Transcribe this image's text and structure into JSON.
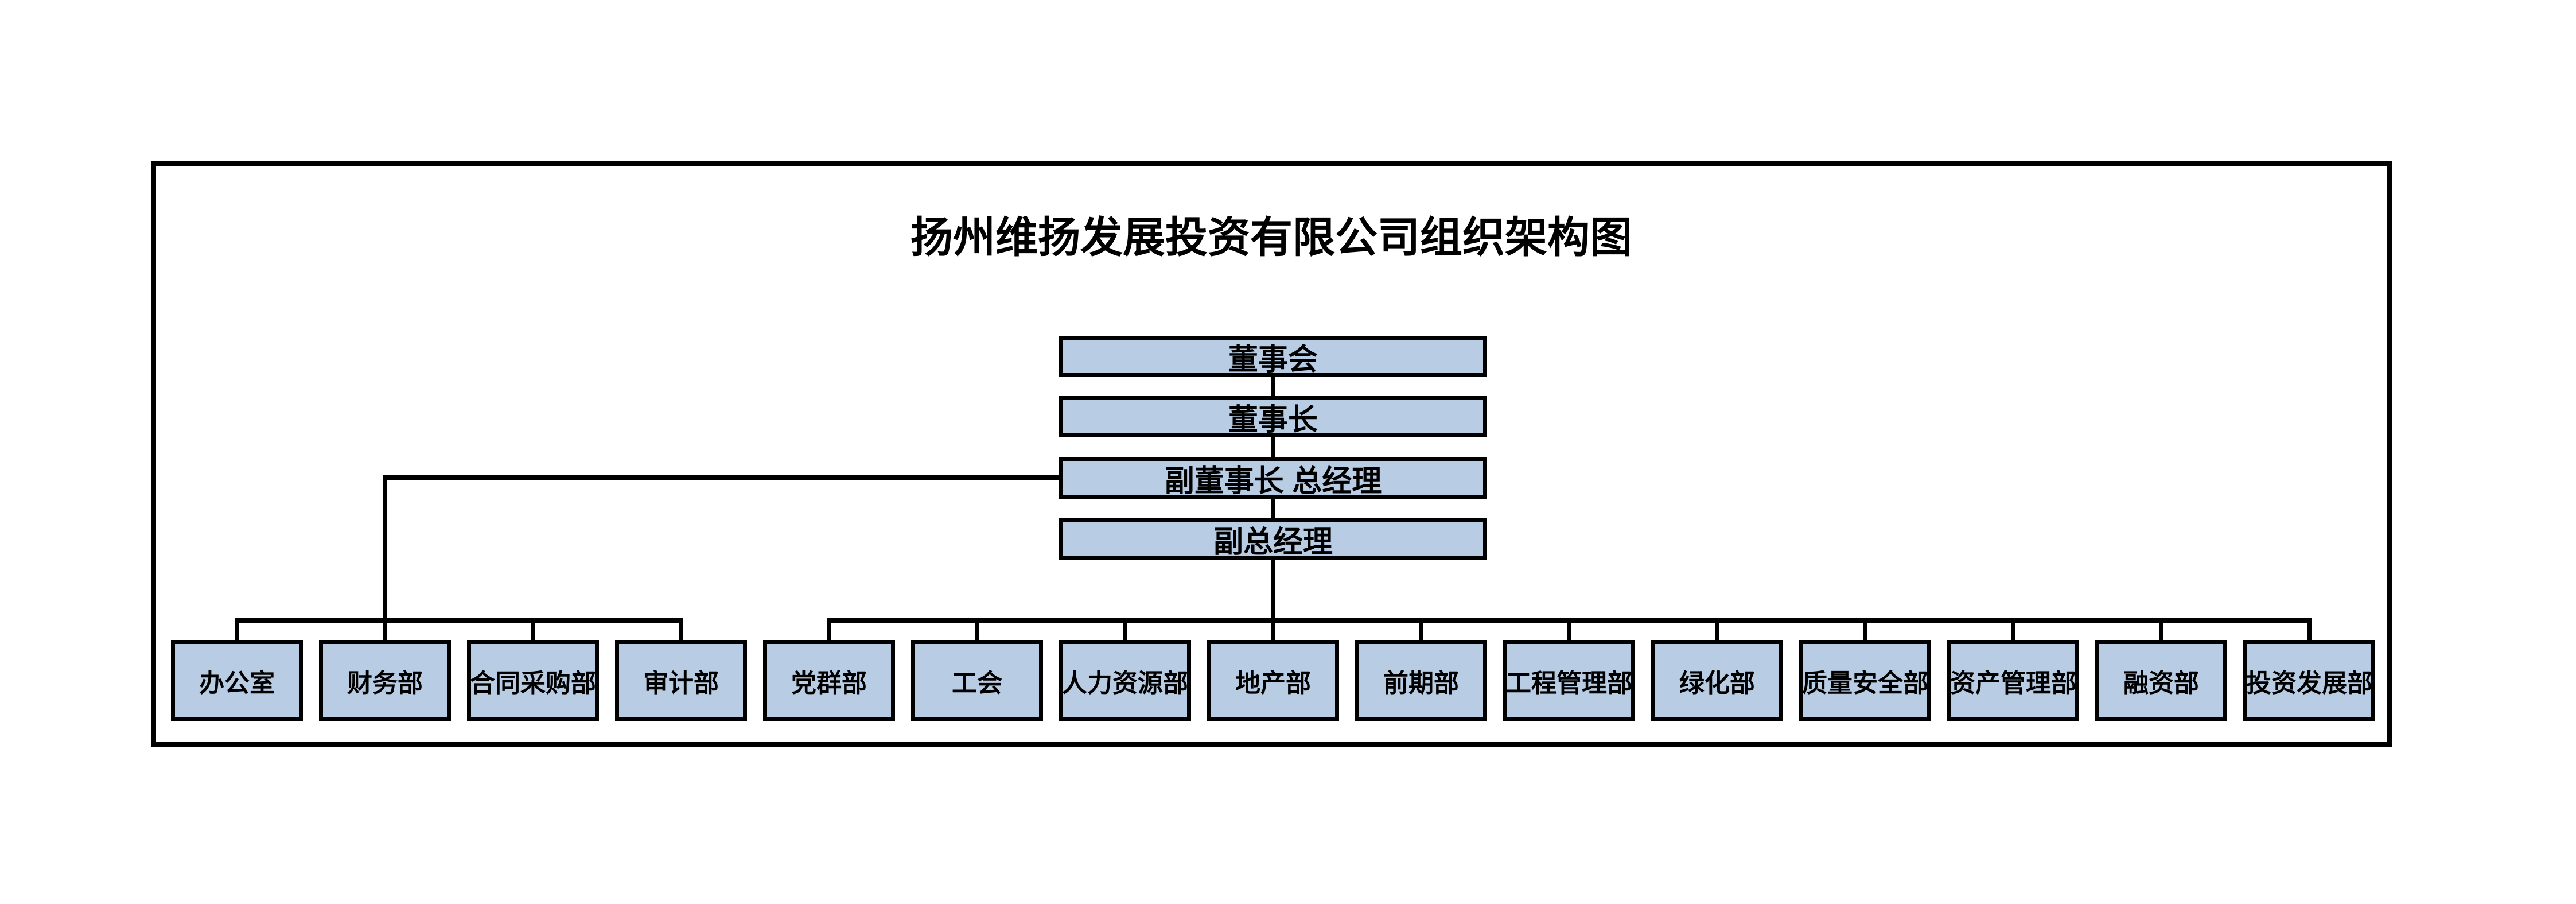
{
  "title": "扬州维扬发展投资有限公司组织架构图",
  "hierarchy": [
    "董事会",
    "董事长",
    "副董事长 总经理",
    "副总经理"
  ],
  "departments": [
    "办公室",
    "财务部",
    "合同采购部",
    "审计部",
    "党群部",
    "工会",
    "人力资源部",
    "地产部",
    "前期部",
    "工程管理部",
    "绿化部",
    "质量安全部",
    "资产管理部",
    "融资部",
    "投资发展部"
  ],
  "colors": {
    "box_fill": "#B8CCE4",
    "box_border": "#000000",
    "connector_line": "#000000",
    "background": "#FFFFFF",
    "title_text": "#000000"
  }
}
